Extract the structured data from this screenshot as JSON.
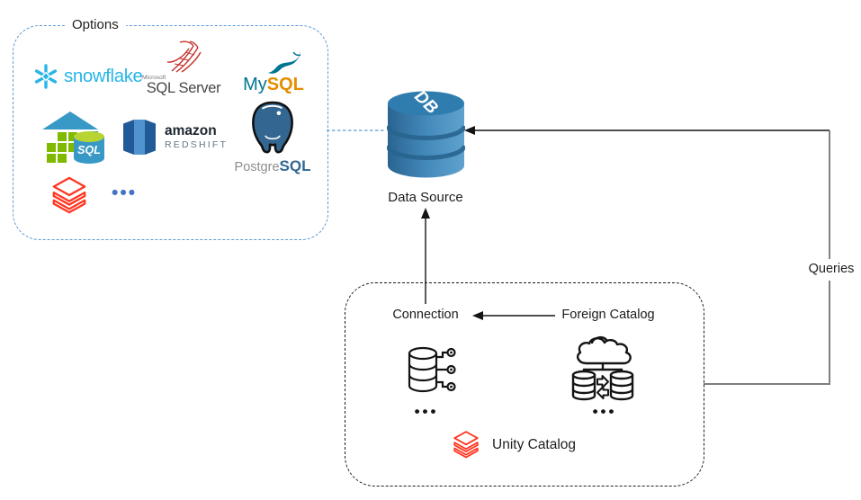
{
  "options": {
    "label": "Options",
    "snowflake": {
      "wordmark": "snowflake"
    },
    "sql_server": {
      "brand": "Microsoft",
      "wordmark": "SQL Server"
    },
    "mysql": {
      "wordmark_my": "My",
      "wordmark_sql": "SQL"
    },
    "azure_sql_dw": {
      "cylinder_label": "SQL"
    },
    "redshift": {
      "wordmark": "amazon",
      "sub": "REDSHIFT"
    },
    "postgresql": {
      "wordmark_postgre": "Postgre",
      "wordmark_sql": "SQL"
    },
    "more": {
      "ellipsis": "•••"
    }
  },
  "data_source": {
    "cylinder_label": "DB",
    "label": "Data Source"
  },
  "queries_label": "Queries",
  "catalog": {
    "connection_label": "Connection",
    "foreign_catalog_label": "Foreign Catalog",
    "connection_ellipsis": "•••",
    "foreign_ellipsis": "•••",
    "unity_label": "Unity Catalog"
  },
  "colors": {
    "options_border": "#5B9BD5",
    "catalog_border": "#1c1c1c",
    "snowflake_blue": "#29B5E8",
    "sqlserver_red": "#C4302B",
    "mysql_teal": "#00758F",
    "mysql_orange": "#E48E00",
    "azure_blue": "#3999C6",
    "azure_green": "#7FBA00",
    "redshift_dark": "#205B97",
    "redshift_light": "#5193CE",
    "postgres_blue": "#336791",
    "databricks_red": "#FF3621",
    "ellipsis_blue": "#4472C4",
    "cylinder_blue": "#2F7DAF",
    "queries_line_gray": "#7F7F7F"
  }
}
